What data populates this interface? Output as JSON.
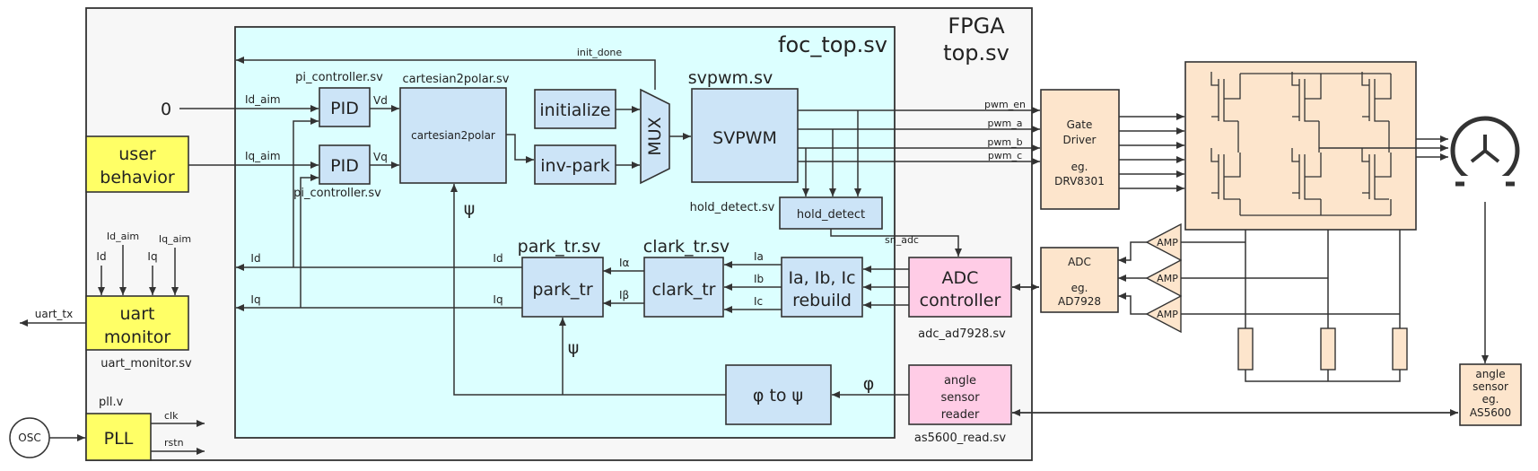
{
  "frames": {
    "fpga_line1": "FPGA",
    "fpga_line2": "top.sv",
    "foc_top": "foc_top.sv"
  },
  "colors": {
    "yellow": "#ffff66",
    "blue": "#cce4f7",
    "pink": "#ffcce6",
    "peach": "#fde5cc",
    "cyan": "#dcffff",
    "fpga_bg": "#f7f7f7"
  },
  "inputs": {
    "zero": "0",
    "id_aim": "Id_aim",
    "iq_aim": "Iq_aim"
  },
  "user_behavior": {
    "line1": "user",
    "line2": "behavior"
  },
  "uart_monitor": {
    "line1": "uart",
    "line2": "monitor",
    "file": "uart_monitor.sv",
    "in_id": "Id",
    "in_id_aim": "Id_aim",
    "in_iq": "Iq",
    "in_iq_aim": "Iq_aim",
    "out": "uart_tx"
  },
  "pll": {
    "label": "PLL",
    "file": "pll.v",
    "osc": "OSC",
    "clk": "clk",
    "rstn": "rstn"
  },
  "pid_d": {
    "label": "PID",
    "file": "pi_controller.sv",
    "out": "Vd"
  },
  "pid_q": {
    "label": "PID",
    "file": "pi_controller.sv",
    "out": "Vq"
  },
  "c2p": {
    "label": "cartesian2polar",
    "file": "cartesian2polar.sv"
  },
  "initialize": {
    "label": "initialize",
    "signal": "init_done"
  },
  "inv_park": {
    "label": "inv-park"
  },
  "mux": {
    "label": "MUX"
  },
  "svpwm": {
    "label": "SVPWM",
    "file": "svpwm.sv"
  },
  "hold_detect": {
    "label": "hold_detect",
    "file": "hold_detect.sv",
    "signal": "sn_adc"
  },
  "pwm": [
    "pwm_en",
    "pwm_a",
    "pwm_b",
    "pwm_c"
  ],
  "gate_driver": {
    "line1": "Gate",
    "line2": "Driver",
    "line3": "eg.",
    "line4": "DRV8301"
  },
  "adc_controller": {
    "line1": "ADC",
    "line2": "controller",
    "file": "adc_ad7928.sv"
  },
  "rebuild": {
    "line1": "Ia, Ib, Ic",
    "line2": "rebuild",
    "ia": "Ia",
    "ib": "Ib",
    "ic": "Ic"
  },
  "clark": {
    "label": "clark_tr",
    "file": "clark_tr.sv",
    "ialpha": "Iα",
    "ibeta": "Iβ"
  },
  "park": {
    "label": "park_tr",
    "file": "park_tr.sv",
    "id": "Id",
    "iq": "Iq"
  },
  "feedback": {
    "id": "Id",
    "iq": "Iq",
    "psi1": "ψ",
    "psi2": "ψ"
  },
  "phi_to_psi": {
    "label": "φ to ψ",
    "phi": "φ"
  },
  "angle_reader": {
    "line1": "angle",
    "line2": "sensor",
    "line3": "reader",
    "file": "as5600_read.sv"
  },
  "adc_chip": {
    "line1": "ADC",
    "line2": "eg.",
    "line3": "AD7928"
  },
  "amp": [
    "AMP",
    "AMP",
    "AMP"
  ],
  "angle_sensor": {
    "line1": "angle",
    "line2": "sensor",
    "line3": "eg.",
    "line4": "AS5600"
  }
}
